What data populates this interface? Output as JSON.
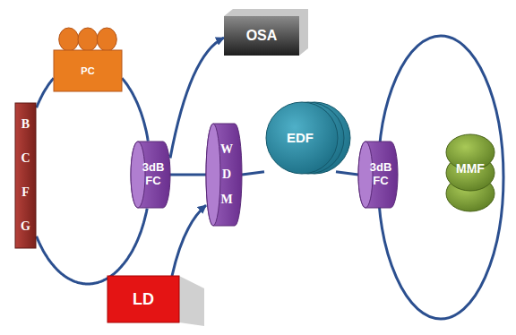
{
  "diagram": {
    "nodes": [
      {
        "text": [
          "PC"
        ]
      },
      {
        "text": [
          "B C F G"
        ]
      },
      {
        "text": [
          "3dB FC"
        ]
      },
      {
        "text": [
          "OSA"
        ]
      },
      {
        "text": [
          "W D M"
        ]
      },
      {
        "text": [
          "EDF"
        ]
      },
      {
        "text": [
          "3dB FC"
        ]
      },
      {
        "text": [
          "MMF"
        ]
      },
      {
        "text": [
          "LD"
        ]
      }
    ],
    "edges": [
      {
        "from": 2,
        "to": 3,
        "arrow": "to"
      },
      {
        "from": 8,
        "to": 4,
        "arrow": "to"
      },
      {
        "from": 2,
        "to": 4,
        "arrow": "none"
      },
      {
        "from": 4,
        "to": 5,
        "arrow": "none"
      },
      {
        "from": 5,
        "to": 6,
        "arrow": "none"
      },
      {
        "from": 2,
        "to": 0,
        "arrow": "none"
      },
      {
        "from": 0,
        "to": 1,
        "arrow": "none"
      },
      {
        "from": 1,
        "to": 2,
        "arrow": "none"
      }
    ]
  }
}
